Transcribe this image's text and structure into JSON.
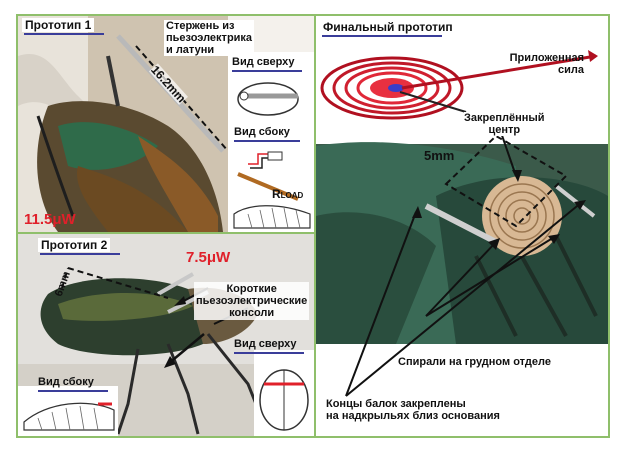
{
  "panel1": {
    "title": "Прототип 1",
    "rod_label": "Стержень из\nпьезоэлектрика\nи латуни",
    "length": "16.2mm",
    "power": "11.5μW",
    "top_view": "Вид сверху",
    "side_view": "Вид сбоку",
    "rload": "R",
    "rload_sub": "LOAD"
  },
  "panel2": {
    "title": "Прототип 2",
    "power": "7.5μW",
    "width": "6mm",
    "cantilever_label": "Короткие\nпьезоэлектрические\nконсоли",
    "top_view": "Вид сверху",
    "side_view": "Вид сбоку"
  },
  "panel3": {
    "title": "Финальный прототип",
    "applied_force": "Приложенная\nсила",
    "fixed_center": "Закреплённый\nцентр",
    "size": "5mm",
    "spirals": "Спирали на грудном отделе",
    "beam_ends": "Концы балок закреплены\nна надкрыльях близ основания"
  },
  "colors": {
    "frame": "#8fbf6b",
    "accent_red": "#e0202a",
    "underline": "#3a3d9a"
  }
}
